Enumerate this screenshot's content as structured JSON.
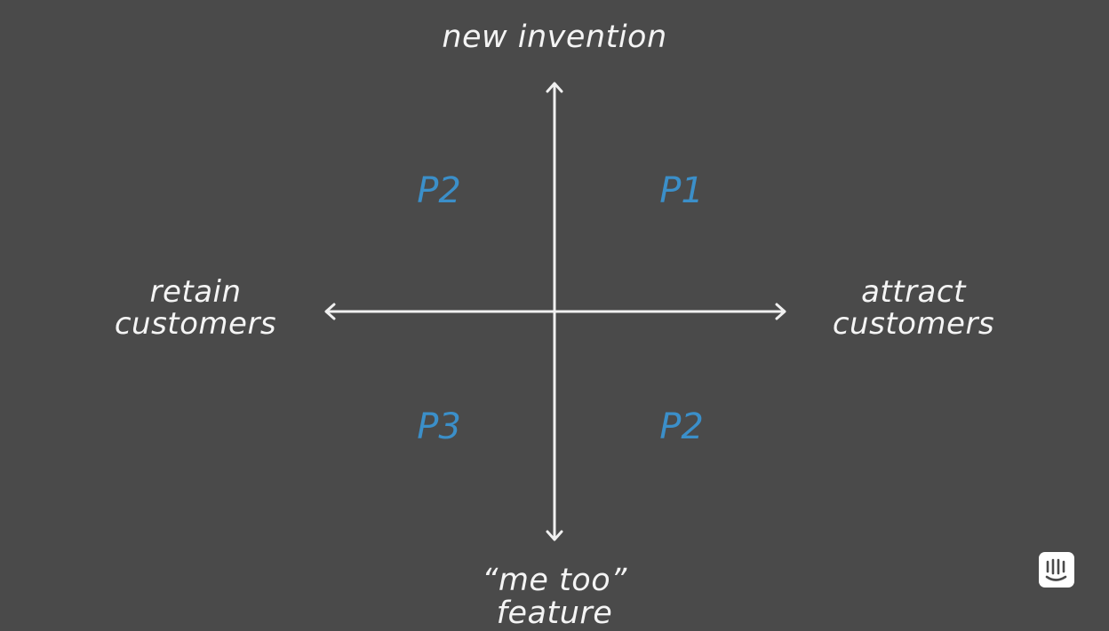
{
  "diagram": {
    "type": "quadrant",
    "axes": {
      "vertical": {
        "top": "new invention",
        "bottom": "“me too” feature"
      },
      "horizontal": {
        "left": "retain customers",
        "right": "attract customers"
      }
    },
    "left_lines": [
      "retain",
      "customers"
    ],
    "right_lines": [
      "attract",
      "customers"
    ],
    "quadrants": {
      "top_left": "P2",
      "top_right": "P1",
      "bottom_left": "P3",
      "bottom_right": "P2"
    },
    "colors": {
      "background": "#4a4a4a",
      "axis": "#f0f0f0",
      "text": "#f4f4f4",
      "priority": "#3b8fc9"
    },
    "logo": "intercom-logo-icon"
  }
}
